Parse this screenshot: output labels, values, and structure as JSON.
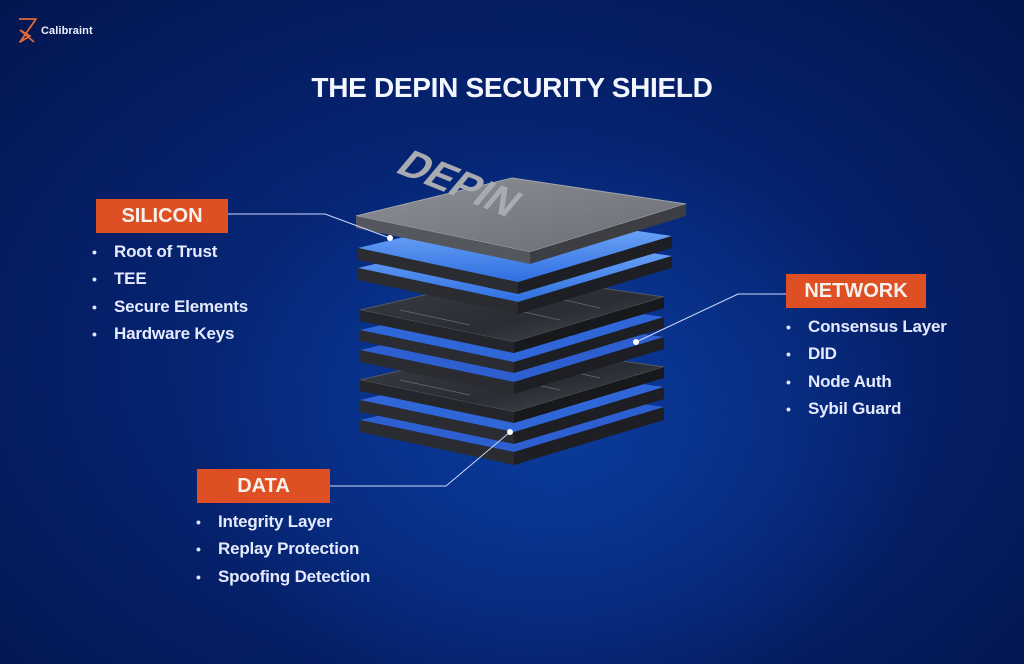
{
  "brand": {
    "name": "Calibraint",
    "logo_icon": "zigzag-logo-icon",
    "accent": "#e06a3a"
  },
  "title": "THE DEPIN SECURITY SHIELD",
  "chip": {
    "label": "DEPIN",
    "layer_accent": "#3b82f6"
  },
  "colors": {
    "tag_bg": "#de5024",
    "background": "#05216b"
  },
  "sections": {
    "silicon": {
      "label": "SILICON",
      "items": [
        "Root of Trust",
        "TEE",
        "Secure Elements",
        "Hardware Keys"
      ]
    },
    "network": {
      "label": "NETWORK",
      "items": [
        "Consensus Layer",
        "DID",
        "Node Auth",
        "Sybil Guard"
      ]
    },
    "data": {
      "label": "DATA",
      "items": [
        "Integrity Layer",
        "Replay Protection",
        "Spoofing Detection"
      ]
    }
  }
}
